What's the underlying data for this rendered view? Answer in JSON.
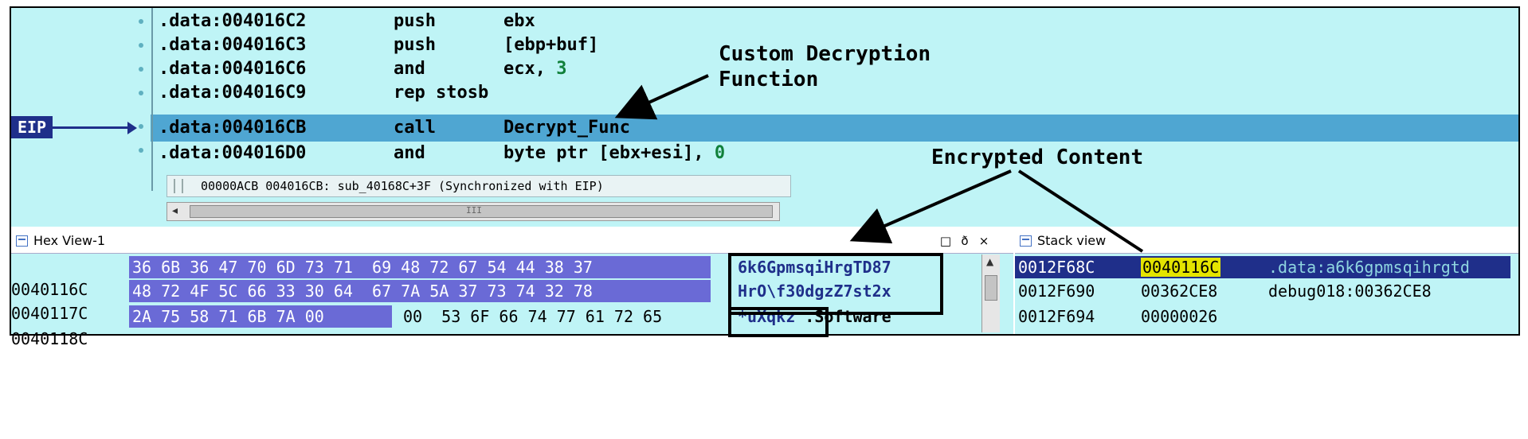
{
  "disasm": {
    "lines": [
      {
        "addr": ".data:004016C2",
        "mnemonic": "push",
        "operand": "ebx",
        "num": ""
      },
      {
        "addr": ".data:004016C3",
        "mnemonic": "push",
        "operand": "[ebp+buf]",
        "num": ""
      },
      {
        "addr": ".data:004016C6",
        "mnemonic": "and",
        "operand": "ecx, ",
        "num": "3"
      },
      {
        "addr": ".data:004016C9",
        "mnemonic": "rep stosb",
        "operand": "",
        "num": ""
      },
      {
        "addr": ".data:004016CB",
        "mnemonic": "call",
        "operand": "Decrypt_Func",
        "num": ""
      },
      {
        "addr": ".data:004016D0",
        "mnemonic": "and",
        "operand": "byte ptr [ebx+esi], ",
        "num": "0"
      }
    ],
    "eip_label": "EIP",
    "sync_text": "00000ACB 004016CB: sub_40168C+3F (Synchronized with EIP)",
    "scroll_grip": "III"
  },
  "annotations": {
    "custom_line1": "Custom Decryption",
    "custom_line2": "Function",
    "encrypted": "Encrypted Content"
  },
  "hex_view": {
    "title": "Hex View-1",
    "rows": [
      {
        "addr": "0040116C",
        "bytes_sel": "36 6B 36 47 70 6D 73 71  69 48 72 67 54 44 38 37",
        "bytes_plain": "",
        "ascii": "6k6GpmsqiHrgTD87",
        "ascii_tail": ""
      },
      {
        "addr": "0040117C",
        "bytes_sel": "48 72 4F 5C 66 33 30 64  67 7A 5A 37 73 74 32 78",
        "bytes_plain": "",
        "ascii": "HrO\\f30dgzZ7st2x",
        "ascii_tail": ""
      },
      {
        "addr": "0040118C",
        "bytes_sel": "2A 75 58 71 6B 7A 00",
        "bytes_plain": "00  53 6F 66 74 77 61 72 65",
        "ascii": "*uXqkz",
        "ascii_tail": ".Software"
      }
    ]
  },
  "stack_view": {
    "title": "Stack view",
    "rows": [
      {
        "addr": "0012F68C",
        "value": "0040116C",
        "comment": ".data:a6k6gpmsqihrgtd"
      },
      {
        "addr": "0012F690",
        "value": "00362CE8",
        "comment": "debug018:00362CE8"
      },
      {
        "addr": "0012F694",
        "value": "00000026",
        "comment": ""
      }
    ]
  },
  "window_buttons": {
    "maximize": "□",
    "float": "ð",
    "close": "×"
  },
  "colors": {
    "panel_bg": "#bff4f6",
    "highlight_row": "#4fa6d2",
    "hex_select": "#6a6ad6",
    "eip": "#1f2f8a",
    "stack_value_hl": "#e4e400"
  }
}
